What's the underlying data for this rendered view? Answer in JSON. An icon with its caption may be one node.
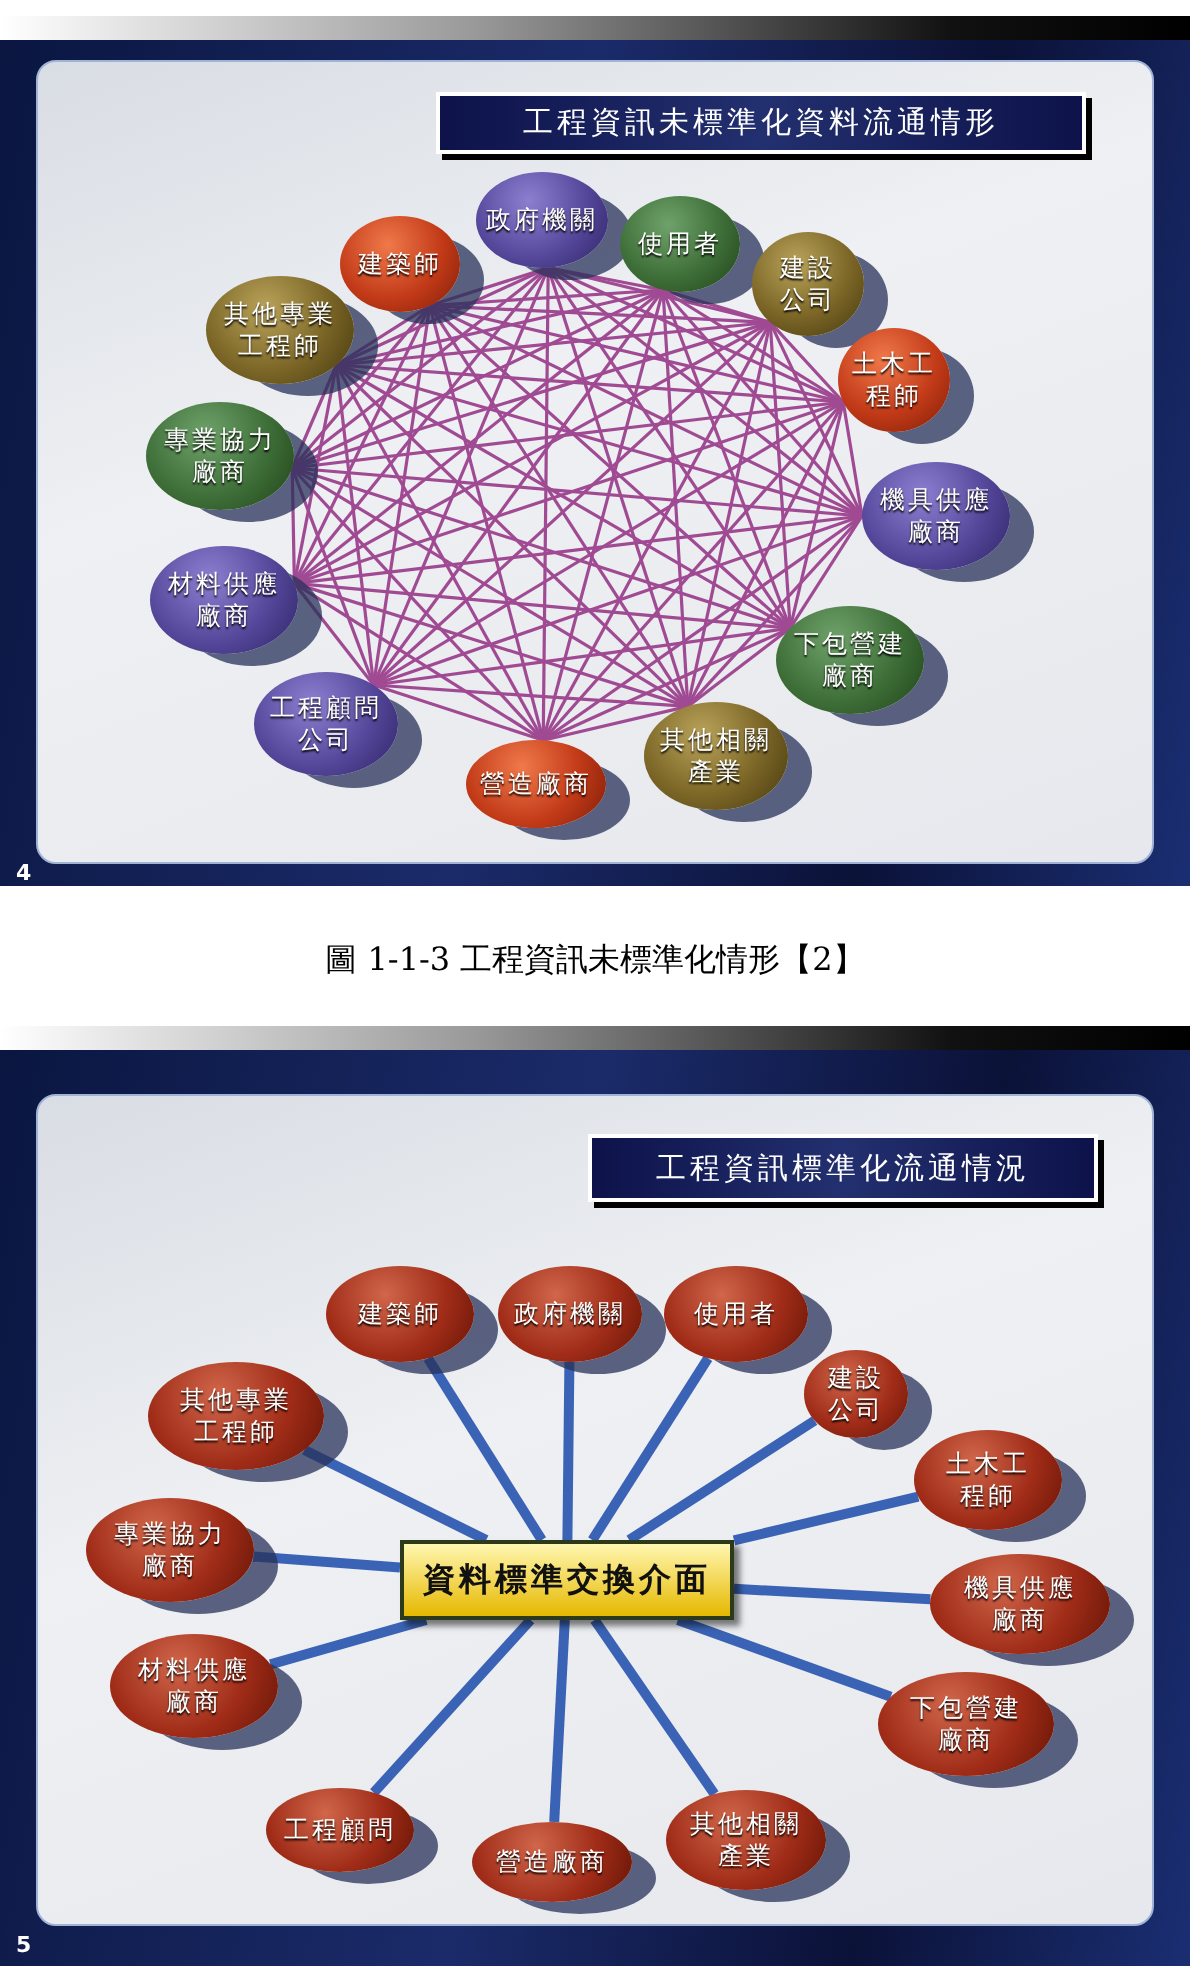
{
  "diagram": {
    "caption": "圖 1-1-3 工程資訊未標準化情形【2】",
    "nodes": [
      {
        "text": [
          "工程資訊未標準化資料流通情形"
        ]
      },
      {
        "text": [
          "建築師"
        ],
        "in": 0
      },
      {
        "text": [
          "政府機關"
        ],
        "in": 0
      },
      {
        "text": [
          "使用者"
        ],
        "in": 0
      },
      {
        "text": [
          "建設公司"
        ],
        "in": 0
      },
      {
        "text": [
          "土木工程師"
        ],
        "in": 0
      },
      {
        "text": [
          "機具供應廠商"
        ],
        "in": 0
      },
      {
        "text": [
          "下包營建廠商"
        ],
        "in": 0
      },
      {
        "text": [
          "其他相關產業"
        ],
        "in": 0
      },
      {
        "text": [
          "營造廠商"
        ],
        "in": 0
      },
      {
        "text": [
          "工程顧問公司"
        ],
        "in": 0
      },
      {
        "text": [
          "材料供應廠商"
        ],
        "in": 0
      },
      {
        "text": [
          "專業協力廠商"
        ],
        "in": 0
      },
      {
        "text": [
          "其他專業工程師"
        ],
        "in": 0
      },
      {
        "text": [
          "工程資訊標準化流通情況"
        ]
      },
      {
        "text": [
          "資料標準交換介面"
        ],
        "in": 14
      },
      {
        "text": [
          "建築師"
        ],
        "in": 14
      },
      {
        "text": [
          "政府機關"
        ],
        "in": 14
      },
      {
        "text": [
          "使用者"
        ],
        "in": 14
      },
      {
        "text": [
          "建設公司"
        ],
        "in": 14
      },
      {
        "text": [
          "土木工程師"
        ],
        "in": 14
      },
      {
        "text": [
          "機具供應廠商"
        ],
        "in": 14
      },
      {
        "text": [
          "下包營建廠商"
        ],
        "in": 14
      },
      {
        "text": [
          "其他相關產業"
        ],
        "in": 14
      },
      {
        "text": [
          "營造廠商"
        ],
        "in": 14
      },
      {
        "text": [
          "工程顧問"
        ],
        "in": 14
      },
      {
        "text": [
          "材料供應廠商"
        ],
        "in": 14
      },
      {
        "text": [
          "專業協力廠商"
        ],
        "in": 14
      },
      {
        "text": [
          "其他專業工程師"
        ],
        "in": 14
      }
    ],
    "edges": [
      {
        "from": 1,
        "to": 2,
        "arrow": "none"
      },
      {
        "from": 1,
        "to": 3,
        "arrow": "none"
      },
      {
        "from": 1,
        "to": 4,
        "arrow": "none"
      },
      {
        "from": 1,
        "to": 5,
        "arrow": "none"
      },
      {
        "from": 1,
        "to": 6,
        "arrow": "none"
      },
      {
        "from": 1,
        "to": 7,
        "arrow": "none"
      },
      {
        "from": 1,
        "to": 8,
        "arrow": "none"
      },
      {
        "from": 1,
        "to": 9,
        "arrow": "none"
      },
      {
        "from": 1,
        "to": 10,
        "arrow": "none"
      },
      {
        "from": 1,
        "to": 11,
        "arrow": "none"
      },
      {
        "from": 1,
        "to": 12,
        "arrow": "none"
      },
      {
        "from": 1,
        "to": 13,
        "arrow": "none"
      },
      {
        "from": 2,
        "to": 3,
        "arrow": "none"
      },
      {
        "from": 2,
        "to": 4,
        "arrow": "none"
      },
      {
        "from": 2,
        "to": 5,
        "arrow": "none"
      },
      {
        "from": 2,
        "to": 6,
        "arrow": "none"
      },
      {
        "from": 2,
        "to": 7,
        "arrow": "none"
      },
      {
        "from": 2,
        "to": 8,
        "arrow": "none"
      },
      {
        "from": 2,
        "to": 9,
        "arrow": "none"
      },
      {
        "from": 2,
        "to": 10,
        "arrow": "none"
      },
      {
        "from": 2,
        "to": 11,
        "arrow": "none"
      },
      {
        "from": 2,
        "to": 12,
        "arrow": "none"
      },
      {
        "from": 2,
        "to": 13,
        "arrow": "none"
      },
      {
        "from": 3,
        "to": 4,
        "arrow": "none"
      },
      {
        "from": 3,
        "to": 5,
        "arrow": "none"
      },
      {
        "from": 3,
        "to": 6,
        "arrow": "none"
      },
      {
        "from": 3,
        "to": 7,
        "arrow": "none"
      },
      {
        "from": 3,
        "to": 8,
        "arrow": "none"
      },
      {
        "from": 3,
        "to": 9,
        "arrow": "none"
      },
      {
        "from": 3,
        "to": 10,
        "arrow": "none"
      },
      {
        "from": 3,
        "to": 11,
        "arrow": "none"
      },
      {
        "from": 3,
        "to": 12,
        "arrow": "none"
      },
      {
        "from": 3,
        "to": 13,
        "arrow": "none"
      },
      {
        "from": 4,
        "to": 5,
        "arrow": "none"
      },
      {
        "from": 4,
        "to": 6,
        "arrow": "none"
      },
      {
        "from": 4,
        "to": 7,
        "arrow": "none"
      },
      {
        "from": 4,
        "to": 8,
        "arrow": "none"
      },
      {
        "from": 4,
        "to": 9,
        "arrow": "none"
      },
      {
        "from": 4,
        "to": 10,
        "arrow": "none"
      },
      {
        "from": 4,
        "to": 11,
        "arrow": "none"
      },
      {
        "from": 4,
        "to": 12,
        "arrow": "none"
      },
      {
        "from": 4,
        "to": 13,
        "arrow": "none"
      },
      {
        "from": 5,
        "to": 6,
        "arrow": "none"
      },
      {
        "from": 5,
        "to": 7,
        "arrow": "none"
      },
      {
        "from": 5,
        "to": 8,
        "arrow": "none"
      },
      {
        "from": 5,
        "to": 9,
        "arrow": "none"
      },
      {
        "from": 5,
        "to": 10,
        "arrow": "none"
      },
      {
        "from": 5,
        "to": 11,
        "arrow": "none"
      },
      {
        "from": 5,
        "to": 12,
        "arrow": "none"
      },
      {
        "from": 5,
        "to": 13,
        "arrow": "none"
      },
      {
        "from": 6,
        "to": 7,
        "arrow": "none"
      },
      {
        "from": 6,
        "to": 8,
        "arrow": "none"
      },
      {
        "from": 6,
        "to": 9,
        "arrow": "none"
      },
      {
        "from": 6,
        "to": 10,
        "arrow": "none"
      },
      {
        "from": 6,
        "to": 11,
        "arrow": "none"
      },
      {
        "from": 6,
        "to": 12,
        "arrow": "none"
      },
      {
        "from": 6,
        "to": 13,
        "arrow": "none"
      },
      {
        "from": 7,
        "to": 8,
        "arrow": "none"
      },
      {
        "from": 7,
        "to": 9,
        "arrow": "none"
      },
      {
        "from": 7,
        "to": 10,
        "arrow": "none"
      },
      {
        "from": 7,
        "to": 11,
        "arrow": "none"
      },
      {
        "from": 7,
        "to": 12,
        "arrow": "none"
      },
      {
        "from": 7,
        "to": 13,
        "arrow": "none"
      },
      {
        "from": 8,
        "to": 9,
        "arrow": "none"
      },
      {
        "from": 8,
        "to": 10,
        "arrow": "none"
      },
      {
        "from": 8,
        "to": 11,
        "arrow": "none"
      },
      {
        "from": 8,
        "to": 12,
        "arrow": "none"
      },
      {
        "from": 8,
        "to": 13,
        "arrow": "none"
      },
      {
        "from": 9,
        "to": 10,
        "arrow": "none"
      },
      {
        "from": 9,
        "to": 11,
        "arrow": "none"
      },
      {
        "from": 9,
        "to": 12,
        "arrow": "none"
      },
      {
        "from": 9,
        "to": 13,
        "arrow": "none"
      },
      {
        "from": 10,
        "to": 11,
        "arrow": "none"
      },
      {
        "from": 10,
        "to": 12,
        "arrow": "none"
      },
      {
        "from": 10,
        "to": 13,
        "arrow": "none"
      },
      {
        "from": 11,
        "to": 12,
        "arrow": "none"
      },
      {
        "from": 11,
        "to": 13,
        "arrow": "none"
      },
      {
        "from": 12,
        "to": 13,
        "arrow": "none"
      },
      {
        "from": 15,
        "to": 16,
        "arrow": "none",
        "style": "thick",
        "color": "#3b63b5"
      },
      {
        "from": 15,
        "to": 17,
        "arrow": "none",
        "style": "thick",
        "color": "#3b63b5"
      },
      {
        "from": 15,
        "to": 18,
        "arrow": "none",
        "style": "thick",
        "color": "#3b63b5"
      },
      {
        "from": 15,
        "to": 19,
        "arrow": "none",
        "style": "thick",
        "color": "#3b63b5"
      },
      {
        "from": 15,
        "to": 20,
        "arrow": "none",
        "style": "thick",
        "color": "#3b63b5"
      },
      {
        "from": 15,
        "to": 21,
        "arrow": "none",
        "style": "thick",
        "color": "#3b63b5"
      },
      {
        "from": 15,
        "to": 22,
        "arrow": "none",
        "style": "thick",
        "color": "#3b63b5"
      },
      {
        "from": 15,
        "to": 23,
        "arrow": "none",
        "style": "thick",
        "color": "#3b63b5"
      },
      {
        "from": 15,
        "to": 24,
        "arrow": "none",
        "style": "thick",
        "color": "#3b63b5"
      },
      {
        "from": 15,
        "to": 25,
        "arrow": "none",
        "style": "thick",
        "color": "#3b63b5"
      },
      {
        "from": 15,
        "to": 26,
        "arrow": "none",
        "style": "thick",
        "color": "#3b63b5"
      },
      {
        "from": 15,
        "to": 27,
        "arrow": "none",
        "style": "thick",
        "color": "#3b63b5"
      },
      {
        "from": 15,
        "to": 28,
        "arrow": "none",
        "style": "thick",
        "color": "#3b63b5"
      }
    ],
    "labels": [
      "4",
      "5"
    ]
  }
}
